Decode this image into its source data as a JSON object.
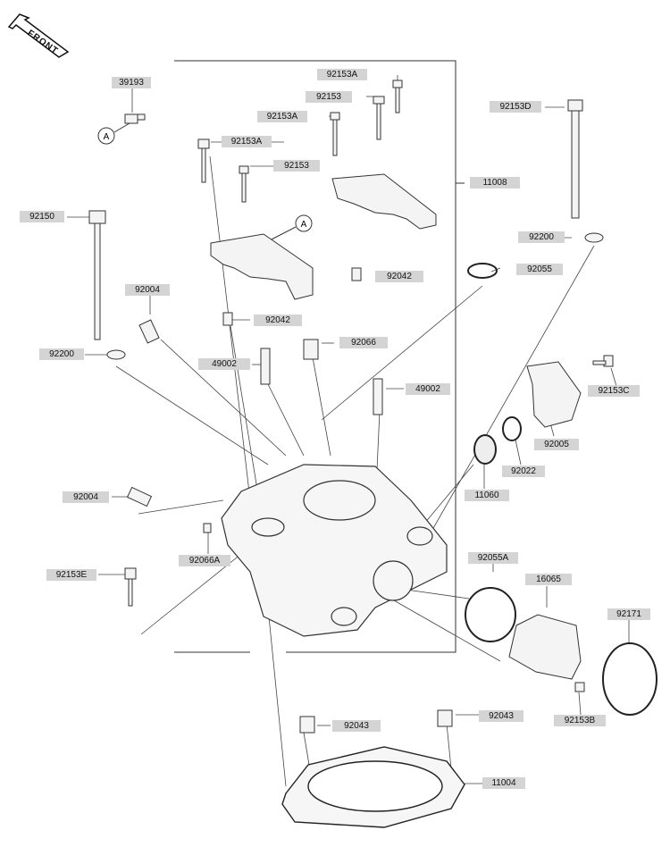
{
  "direction_label": "FRONT",
  "reference_mark": "A",
  "colors": {
    "line": "#333333",
    "label_bg": "#d4d4d4",
    "part_fill": "#f4f4f4"
  },
  "parts": [
    {
      "id": "p39193",
      "label": "39193"
    },
    {
      "id": "p92153A_1",
      "label": "92153A"
    },
    {
      "id": "p92153_1",
      "label": "92153"
    },
    {
      "id": "p92153A_2",
      "label": "92153A"
    },
    {
      "id": "p92153A_3",
      "label": "92153A"
    },
    {
      "id": "p92153_2",
      "label": "92153"
    },
    {
      "id": "p92153D",
      "label": "92153D"
    },
    {
      "id": "p11008",
      "label": "11008"
    },
    {
      "id": "p92150",
      "label": "92150"
    },
    {
      "id": "p92200_1",
      "label": "92200"
    },
    {
      "id": "p92055",
      "label": "92055"
    },
    {
      "id": "p92042_1",
      "label": "92042"
    },
    {
      "id": "p92004_1",
      "label": "92004"
    },
    {
      "id": "p92042_2",
      "label": "92042"
    },
    {
      "id": "p92066",
      "label": "92066"
    },
    {
      "id": "p92200_2",
      "label": "92200"
    },
    {
      "id": "p49002_1",
      "label": "49002"
    },
    {
      "id": "p49002_2",
      "label": "49002"
    },
    {
      "id": "p92153C",
      "label": "92153C"
    },
    {
      "id": "p92005",
      "label": "92005"
    },
    {
      "id": "p92022",
      "label": "92022"
    },
    {
      "id": "p11060",
      "label": "11060"
    },
    {
      "id": "p92004_2",
      "label": "92004"
    },
    {
      "id": "p92066A",
      "label": "92066A"
    },
    {
      "id": "p92055A",
      "label": "92055A"
    },
    {
      "id": "p16065",
      "label": "16065"
    },
    {
      "id": "p92153E",
      "label": "92153E"
    },
    {
      "id": "p92171",
      "label": "92171"
    },
    {
      "id": "p92153B",
      "label": "92153B"
    },
    {
      "id": "p92043_1",
      "label": "92043"
    },
    {
      "id": "p92043_2",
      "label": "92043"
    },
    {
      "id": "p11004",
      "label": "11004"
    }
  ]
}
